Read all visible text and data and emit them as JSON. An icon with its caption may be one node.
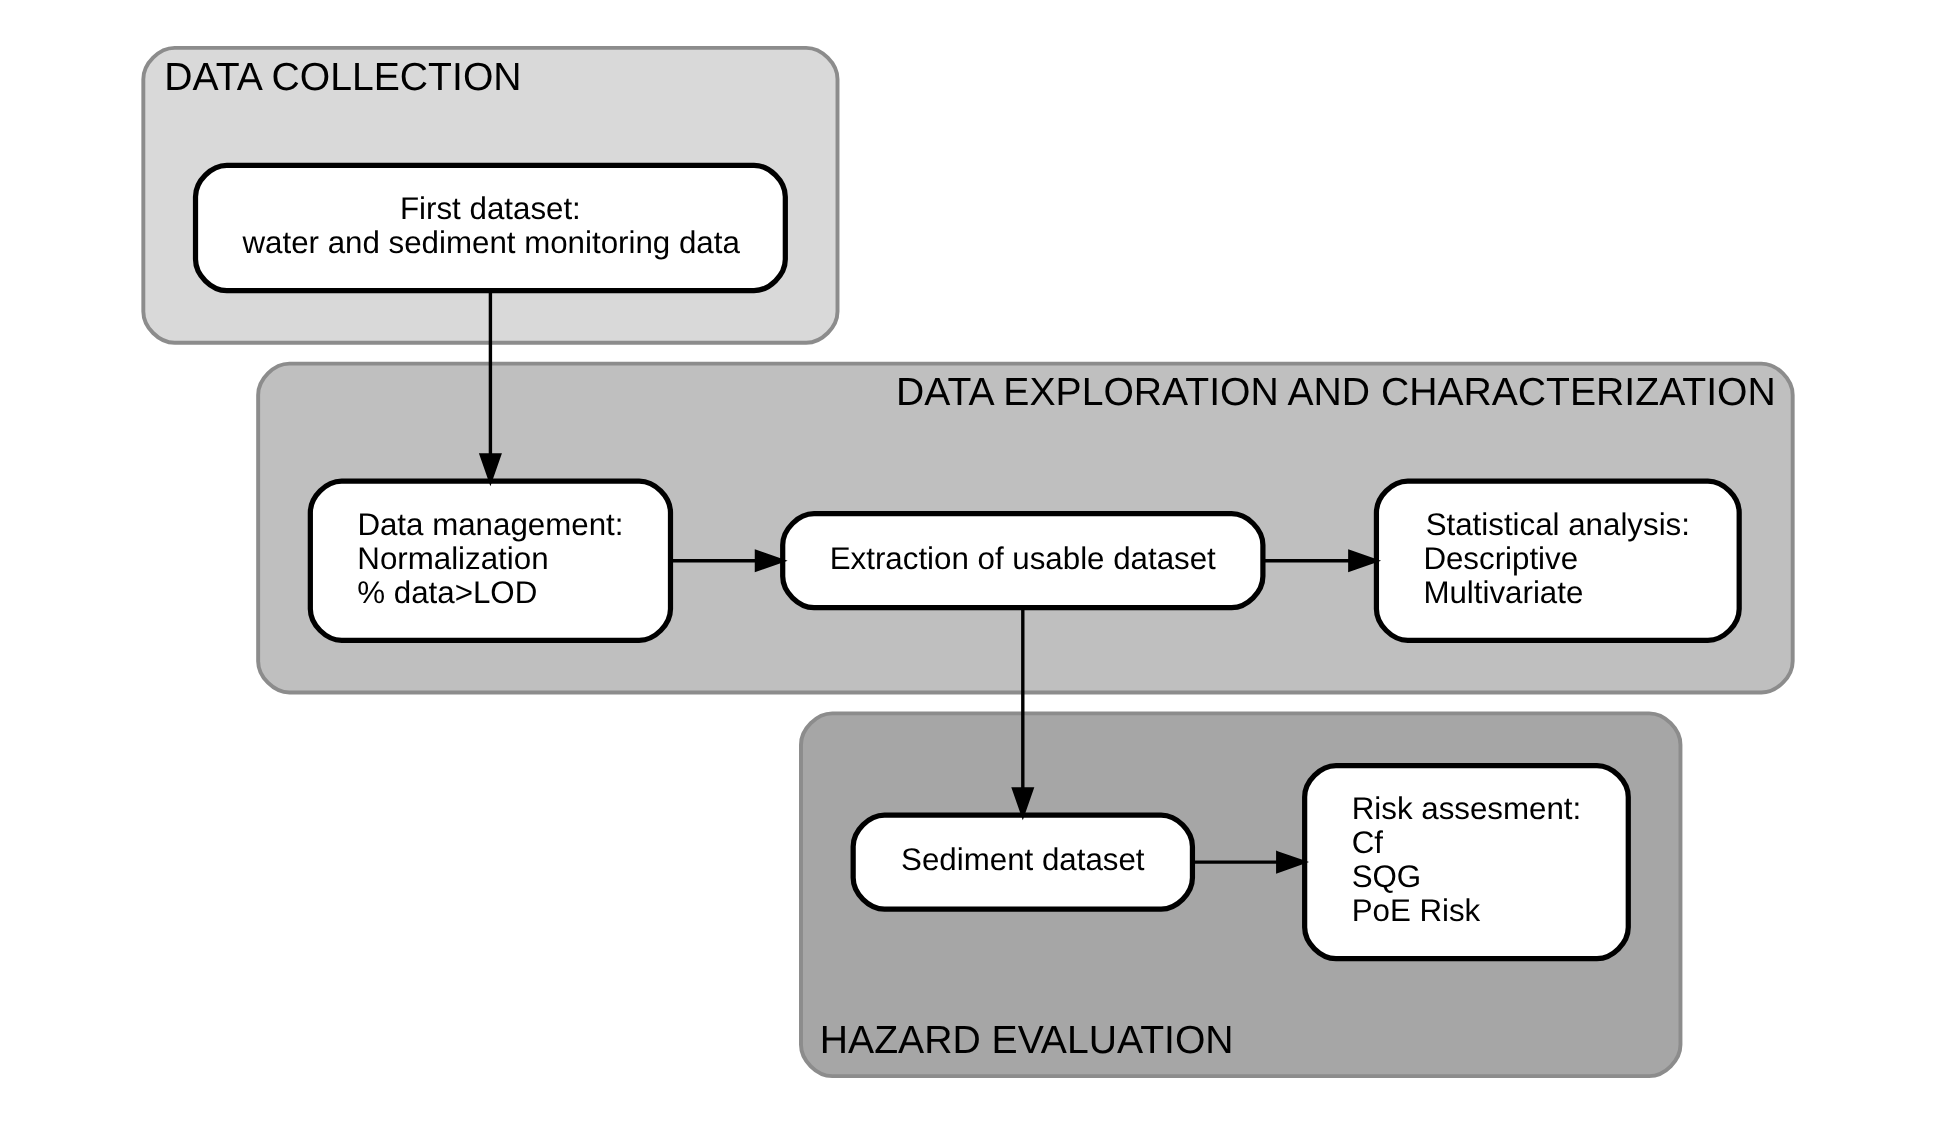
{
  "diagram": {
    "nodes": [
      {
        "text": [
          "DATA COLLECTION"
        ]
      },
      {
        "text": [
          "First dataset:",
          "water and sediment monitoring data"
        ],
        "in": 0
      },
      {
        "text": [
          "DATA EXPLORATION AND CHARACTERIZATION"
        ]
      },
      {
        "text": [
          "Data management:",
          "Normalization",
          "% data>LOD"
        ],
        "in": 2
      },
      {
        "text": [
          "Extraction of usable dataset"
        ],
        "in": 2
      },
      {
        "text": [
          "Statistical analysis:",
          "Descriptive",
          "Multivariate"
        ],
        "in": 2
      },
      {
        "text": [
          "HAZARD EVALUATION"
        ]
      },
      {
        "text": [
          "Sediment dataset"
        ],
        "in": 6
      },
      {
        "text": [
          "Risk assesment:",
          "Cf",
          "SQG",
          "PoE Risk"
        ],
        "in": 6
      }
    ],
    "edges": [
      {
        "from": 1,
        "to": 3,
        "arrow": "to"
      },
      {
        "from": 3,
        "to": 4,
        "arrow": "to"
      },
      {
        "from": 4,
        "to": 5,
        "arrow": "to"
      },
      {
        "from": 4,
        "to": 7,
        "arrow": "to"
      },
      {
        "from": 7,
        "to": 8,
        "arrow": "to"
      }
    ]
  }
}
